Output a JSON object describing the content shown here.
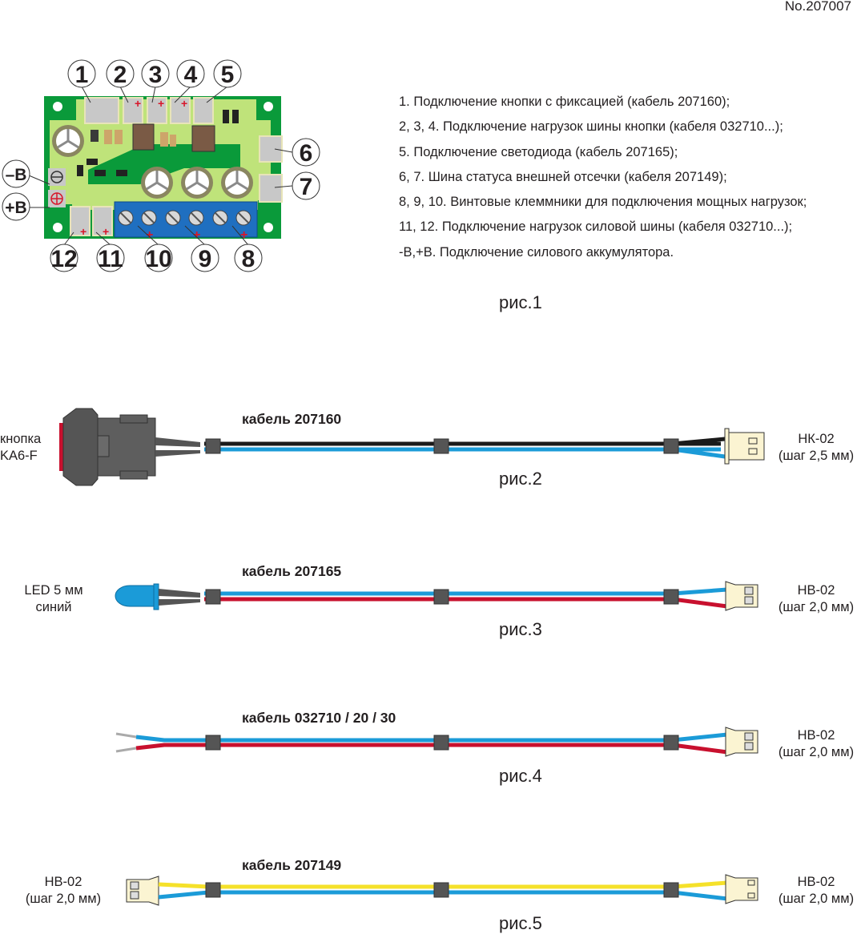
{
  "document_number": "No.207007",
  "figure1": {
    "caption": "рис.1",
    "callouts": {
      "top": [
        "1",
        "2",
        "3",
        "4",
        "5"
      ],
      "right": [
        "6",
        "7"
      ],
      "bottom": [
        "12",
        "11",
        "10",
        "9",
        "8"
      ],
      "left": [
        "–B",
        "+B"
      ]
    },
    "legend": [
      "1. Подключение кнопки с фиксацией (кабель 207160);",
      "2, 3, 4. Подключение нагрузок шины кнопки (кабеля 032710...);",
      "5. Подключение светодиода (кабель 207165);",
      "6, 7. Шина статуса внешней отсечки (кабеля 207149);",
      "8, 9, 10. Винтовые клеммники для подключения мощных нагрузок;",
      "11, 12. Подключение нагрузок силовой шины (кабеля 032710...);",
      "-B,+B. Подключение силового аккумулятора."
    ],
    "colors": {
      "pcb_dark": "#0a9a3a",
      "pcb_light": "#bfe37a",
      "terminal_blue": "#1f6fc0",
      "plus_red": "#d7162a"
    }
  },
  "figure2": {
    "caption": "рис.2",
    "cable_title": "кабель 207160",
    "left_label": [
      "кнопка",
      "KA6-F"
    ],
    "right_label": [
      "НК-02",
      "(шаг 2,5 мм)"
    ],
    "wire_colors": [
      "#1a1a1a",
      "#1b9bd8"
    ]
  },
  "figure3": {
    "caption": "рис.3",
    "cable_title": "кабель 207165",
    "left_label": [
      "LED 5 мм",
      "синий"
    ],
    "right_label": [
      "НВ-02",
      "(шаг 2,0 мм)"
    ],
    "wire_colors": [
      "#1b9bd8",
      "#c8102e"
    ]
  },
  "figure4": {
    "caption": "рис.4",
    "cable_title": "кабель 032710 / 20 / 30",
    "right_label": [
      "НВ-02",
      "(шаг 2,0 мм)"
    ],
    "wire_colors": [
      "#1b9bd8",
      "#c8102e"
    ]
  },
  "figure5": {
    "caption": "рис.5",
    "cable_title": "кабель 207149",
    "left_label": [
      "НВ-02",
      "(шаг 2,0 мм)"
    ],
    "right_label": [
      "НВ-02",
      "(шаг 2,0 мм)"
    ],
    "wire_colors": [
      "#f5e12a",
      "#1b9bd8"
    ]
  }
}
